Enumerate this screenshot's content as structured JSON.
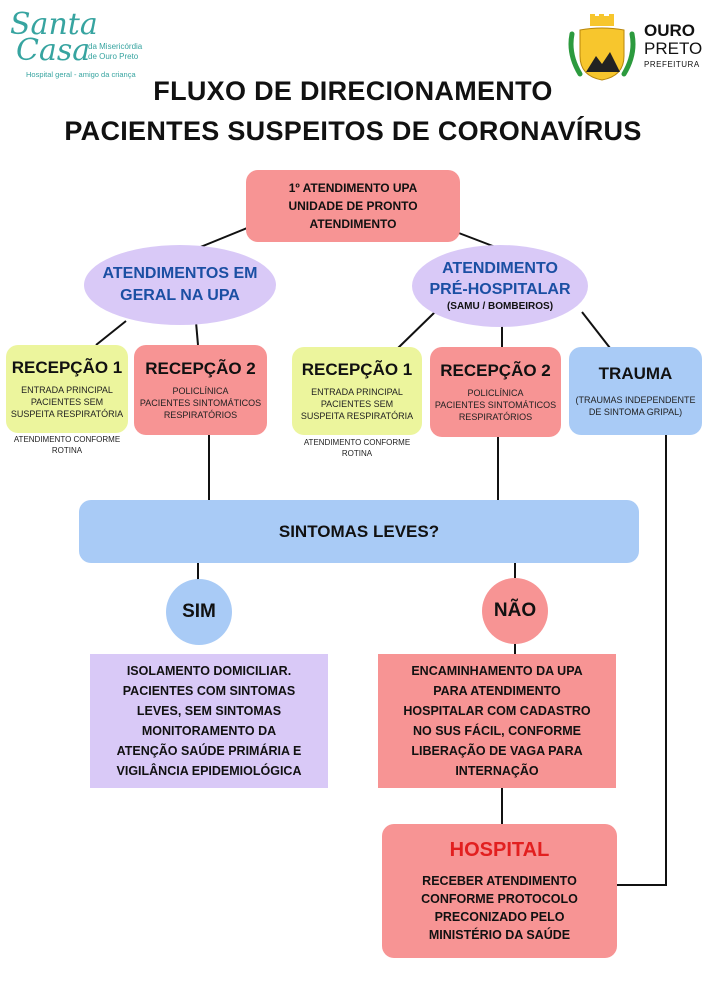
{
  "logos": {
    "santa_casa": {
      "line1": "Santa",
      "line2": "Casa",
      "tag1": "da Misericórdia",
      "tag2": "de Ouro Preto",
      "tag3": "Hospital geral - amigo da criança"
    },
    "ouro_preto": {
      "line1": "OURO",
      "line2": "PRETO",
      "line3": "PREFEITURA"
    }
  },
  "title": {
    "line1": "FLUXO DE DIRECIONAMENTO",
    "line2": "PACIENTES SUSPEITOS DE CORONAVÍRUS"
  },
  "top_node": {
    "line1": "1º ATENDIMENTO UPA",
    "line2": "UNIDADE DE PRONTO",
    "line3": "ATENDIMENTO"
  },
  "left_group": {
    "line1": "ATENDIMENTOS EM",
    "line2": "GERAL NA UPA"
  },
  "right_group": {
    "line1": "ATENDIMENTO",
    "line2": "PRÉ-HOSPITALAR",
    "line3": "(SAMU /  BOMBEIROS)"
  },
  "left_reception1": {
    "header": "RECEPÇÃO 1",
    "line1": "ENTRADA PRINCIPAL",
    "line2": "PACIENTES SEM",
    "line3": "SUSPEITA RESPIRATÓRIA",
    "note1": "ATENDIMENTO CONFORME",
    "note2": "ROTINA"
  },
  "left_reception2": {
    "header": "RECEPÇÃO 2",
    "line1": "POLICLÍNICA",
    "line2": "PACIENTES SINTOMÁTICOS",
    "line3": "RESPIRATÓRIOS"
  },
  "right_reception1": {
    "header": "RECEPÇÃO 1",
    "line1": "ENTRADA PRINCIPAL",
    "line2": "PACIENTES SEM",
    "line3": "SUSPEITA RESPIRATÓRIA",
    "note1": "ATENDIMENTO CONFORME",
    "note2": "ROTINA"
  },
  "right_reception2": {
    "header": "RECEPÇÃO 2",
    "line1": "POLICLÍNICA",
    "line2": "PACIENTES SINTOMÁTICOS",
    "line3": "RESPIRATÓRIOS"
  },
  "trauma": {
    "header": "TRAUMA",
    "line1": "(TRAUMAS INDEPENDENTE",
    "line2": "DE SINTOMA GRIPAL)"
  },
  "question": "SINTOMAS LEVES?",
  "yes": "SIM",
  "no": "NÃO",
  "yes_box": {
    "line1": "ISOLAMENTO DOMICILIAR.",
    "line2": "PACIENTES COM SINTOMAS",
    "line3": "LEVES, SEM SINTOMAS",
    "line4": "MONITORAMENTO DA",
    "line5": "ATENÇÃO SAÚDE PRIMÁRIA E",
    "line6": "VIGILÂNCIA EPIDEMIOLÓGICA"
  },
  "no_box": {
    "line1": "ENCAMINHAMENTO DA UPA",
    "line2": "PARA ATENDIMENTO",
    "line3": "HOSPITALAR COM CADASTRO",
    "line4": "NO SUS FÁCIL, CONFORME",
    "line5": "LIBERAÇÃO DE VAGA PARA",
    "line6": "INTERNAÇÃO"
  },
  "hospital": {
    "header": "HOSPITAL",
    "line1": "RECEBER ATENDIMENTO",
    "line2": "CONFORME PROTOCOLO",
    "line3": "PRECONIZADO PELO",
    "line4": "MINISTÉRIO DA SAÚDE"
  },
  "colors": {
    "pink": "#f79494",
    "green": "#ecf59d",
    "blue": "#a9cbf6",
    "lavender": "#d9c9f7",
    "group_text": "#1b4fa3",
    "hospital_text": "#e21f1f",
    "santa_casa": "#37a4a0",
    "ouro_preto_yellow": "#f7c62d",
    "ouro_preto_green": "#2c9a3e"
  }
}
